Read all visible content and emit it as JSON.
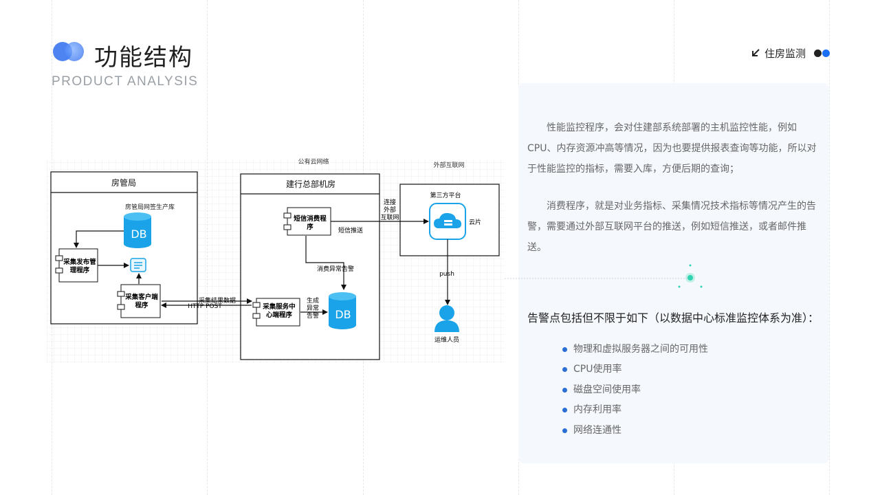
{
  "header": {
    "title": "功能结构",
    "subtitle": "PRODUCT ANALYSIS",
    "section_label": "住房监测",
    "arrow_icon": "arrow-down-left-icon"
  },
  "colors": {
    "accent_blue": "#1a6ef5",
    "dark_dot": "#222222",
    "db_blue": "#1aa3e8",
    "panel_bg": "#f5f8fd",
    "bullet_blue": "#2b6fd6",
    "teal": "#2fd3b0"
  },
  "diagram": {
    "zone_public_cloud": "公有云网络",
    "zone_external": "外部互联网",
    "housing_bureau": {
      "title": "房管局",
      "db_caption": "房管局网签生产库",
      "db_label": "DB",
      "publish_program": [
        "采集发布管",
        "理程序"
      ],
      "client_program": [
        "采集客户端",
        "程序"
      ]
    },
    "hq_room": {
      "title": "建行总部机房",
      "sms_program": [
        "短信消费程",
        "序"
      ],
      "sms_push": "短信推送",
      "consume_alert": "消费异常告警",
      "service_center": [
        "采集服务中",
        "心端程序"
      ],
      "generate_alert": [
        "生成",
        "异常",
        "告警"
      ],
      "db_label": "DB"
    },
    "edge_label": [
      "采集结果数据",
      "HTTP POST"
    ],
    "connect_external": [
      "连接",
      "外部",
      "互联网"
    ],
    "third_party": {
      "title": "第三方平台",
      "cloud_caption": "云片"
    },
    "push_label": "push",
    "ops_person": "运维人员"
  },
  "content": {
    "paragraph1": "性能监控程序，会对住建部系统部署的主机监控性能，例如CPU、内存资源冲高等情况，因为也要提供报表查询等功能，所以对于性能监控的指标，需要入库，方便后期的查询；",
    "paragraph2": "消费程序，就是对业务指标、采集情况技术指标等情况产生的告警，需要通过外部互联网平台的推送，例如短信推送，或者邮件推送。",
    "alert_title": "告警点包括但不限于如下（以数据中心标准监控体系为准）：",
    "alert_items": [
      "物理和虚拟服务器之间的可用性",
      "CPU使用率",
      "磁盘空间使用率",
      "内存利用率",
      "网络连通性"
    ]
  }
}
